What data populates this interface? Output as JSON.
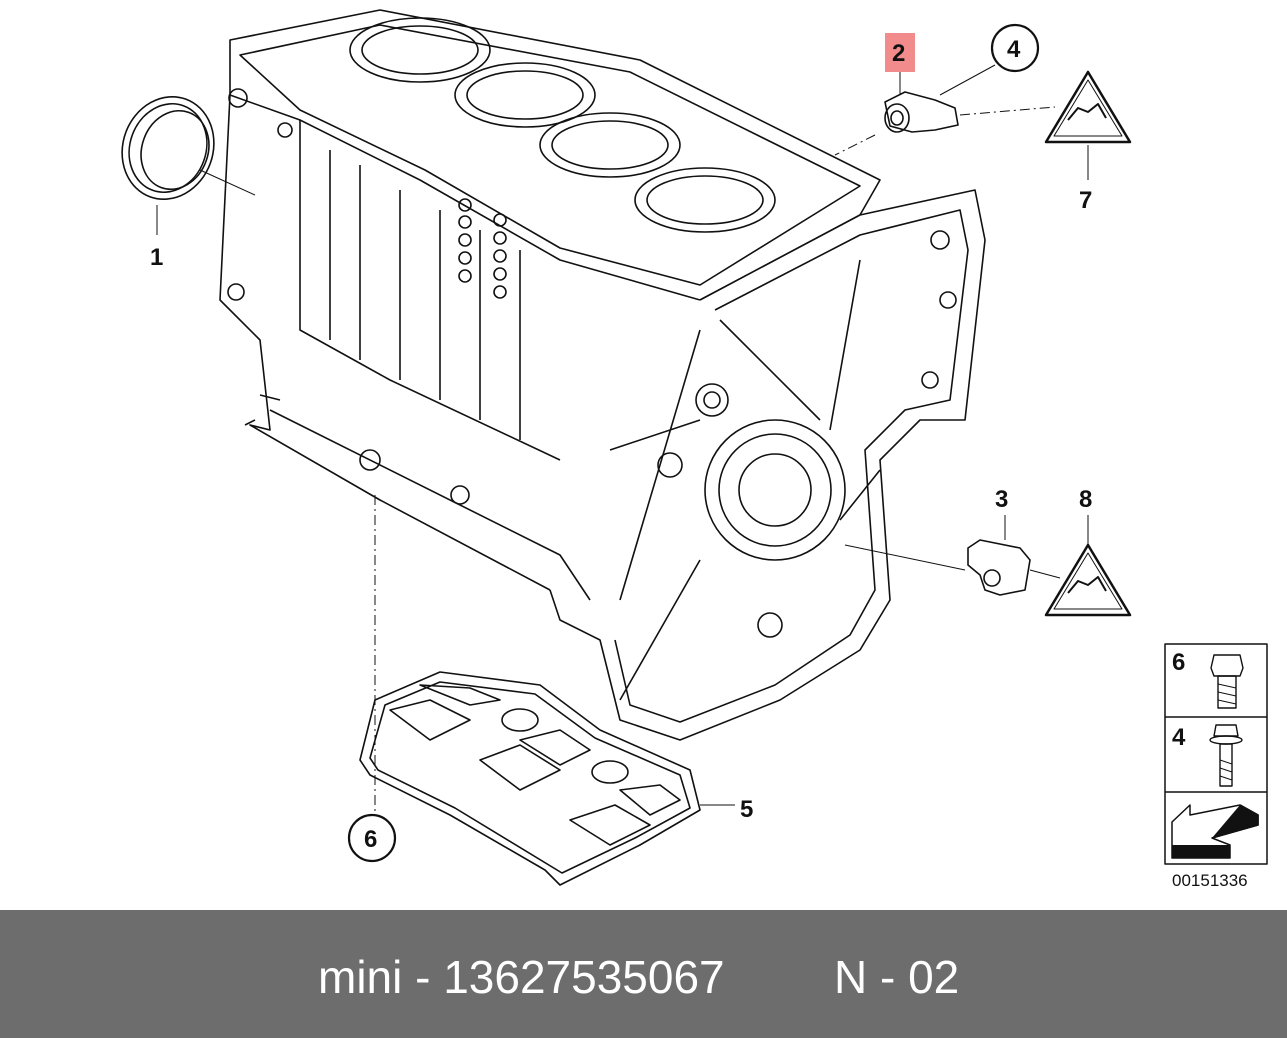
{
  "diagram": {
    "callouts": [
      {
        "id": "1",
        "label": "1",
        "style": "plain"
      },
      {
        "id": "2",
        "label": "2",
        "style": "highlighted",
        "highlight_color": "#f28b8b"
      },
      {
        "id": "3",
        "label": "3",
        "style": "plain"
      },
      {
        "id": "4",
        "label": "4",
        "style": "circled"
      },
      {
        "id": "5",
        "label": "5",
        "style": "plain"
      },
      {
        "id": "6",
        "label": "6",
        "style": "circled"
      },
      {
        "id": "7",
        "label": "7",
        "style": "plain"
      },
      {
        "id": "8",
        "label": "8",
        "style": "plain"
      }
    ],
    "legend": {
      "rows": [
        {
          "label": "6",
          "icon": "hex-bolt-icon"
        },
        {
          "label": "4",
          "icon": "flange-bolt-icon"
        },
        {
          "label": "",
          "icon": "arrow-left-icon"
        }
      ]
    },
    "drawing_number": "00151336",
    "warning_icon": "warning-triangle-icon"
  },
  "footer": {
    "part_caption": "mini - 13627535067",
    "page_caption": "N - 02",
    "background_color": "#6d6d6d"
  }
}
